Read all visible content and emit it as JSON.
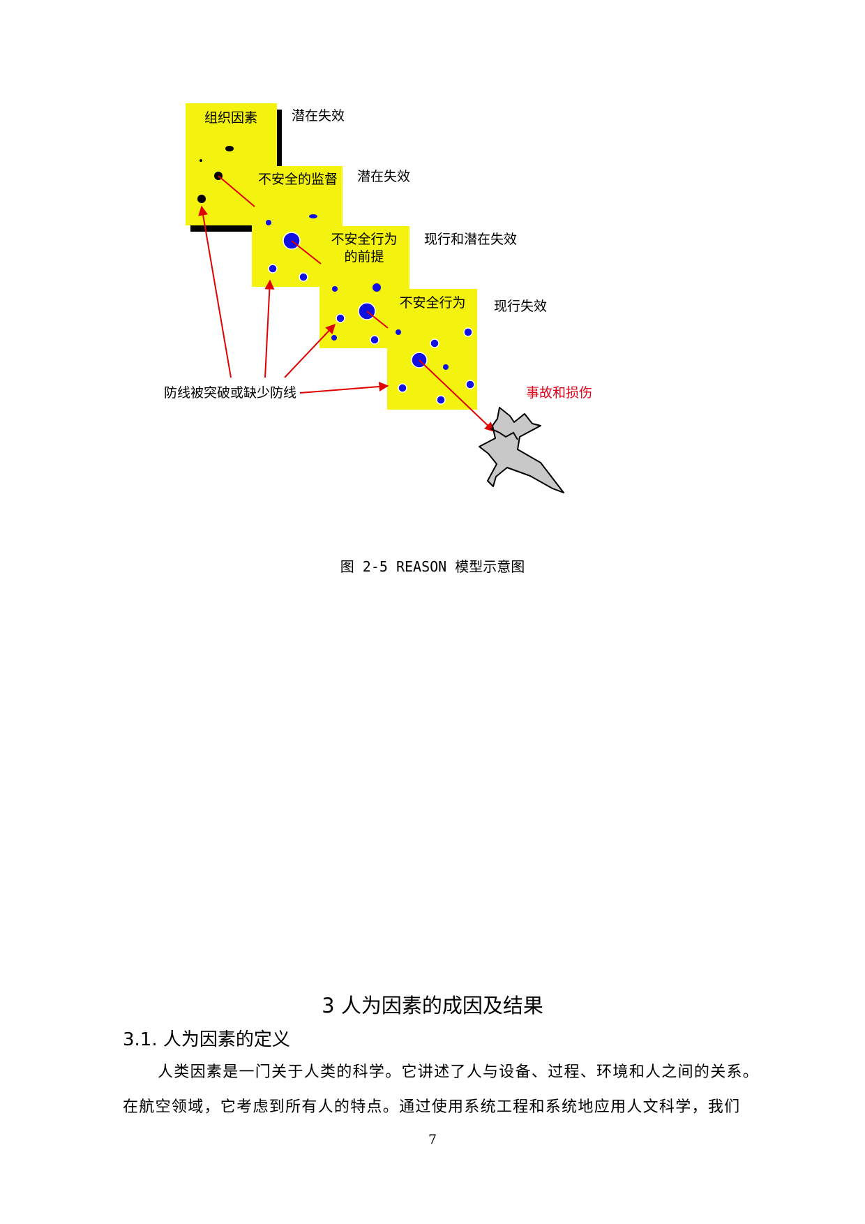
{
  "figure": {
    "layers": [
      {
        "title_lines": [
          "组织因素"
        ],
        "side_label": "潜在失效"
      },
      {
        "title_lines": [
          "不安全的监督"
        ],
        "side_label": "潜在失效"
      },
      {
        "title_lines": [
          "不安全行为",
          "的前提"
        ],
        "side_label": "现行和潜在失效"
      },
      {
        "title_lines": [
          "不安全行为"
        ],
        "side_label": "现行失效"
      }
    ],
    "defense_label": "防线被突破或缺少防线",
    "accident_label": "事故和损伤",
    "colors": {
      "slice_fill": "#f3f30f",
      "hole_dark": "#000000",
      "hole_blue": "#1010e0",
      "arrow": "#e00000",
      "accident_text": "#e0001a",
      "plane_fill": "#c8c8c8"
    },
    "icon": "airplane-icon"
  },
  "caption": "图 2-5   REASON 模型示意图",
  "chapter_heading": "3   人为因素的成因及结果",
  "section_heading": "3.1. 人为因素的定义",
  "paragraph": {
    "line1": "人类因素是一门关于人类的科学。它讲述了人与设备、过程、环境和人之间的关系。",
    "line2": "在航空领域，它考虑到所有人的特点。通过使用系统工程和系统地应用人文科学，我们"
  },
  "page_number": "7"
}
